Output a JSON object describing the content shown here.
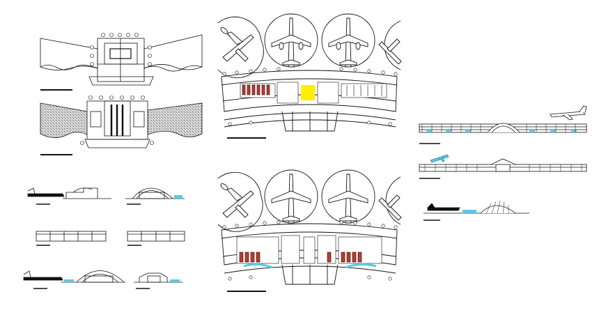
{
  "sheet": {
    "background": "#ffffff",
    "line_color": "#111111",
    "accent_red": "#c0392b",
    "accent_yellow": "#ffee00",
    "accent_cyan": "#5ec8e0"
  },
  "drawings": [
    {
      "id": "plan-upper-wing",
      "kind": "floor-plan"
    },
    {
      "id": "plan-lower-wing",
      "kind": "floor-plan"
    },
    {
      "id": "terminal-plan-top",
      "kind": "floor-plan"
    },
    {
      "id": "terminal-plan-bottom",
      "kind": "floor-plan"
    },
    {
      "id": "elevation-top",
      "kind": "elevation"
    },
    {
      "id": "elevation-middle",
      "kind": "elevation"
    },
    {
      "id": "elevation-bottom",
      "kind": "elevation"
    },
    {
      "id": "small-sections",
      "kind": "section"
    }
  ]
}
